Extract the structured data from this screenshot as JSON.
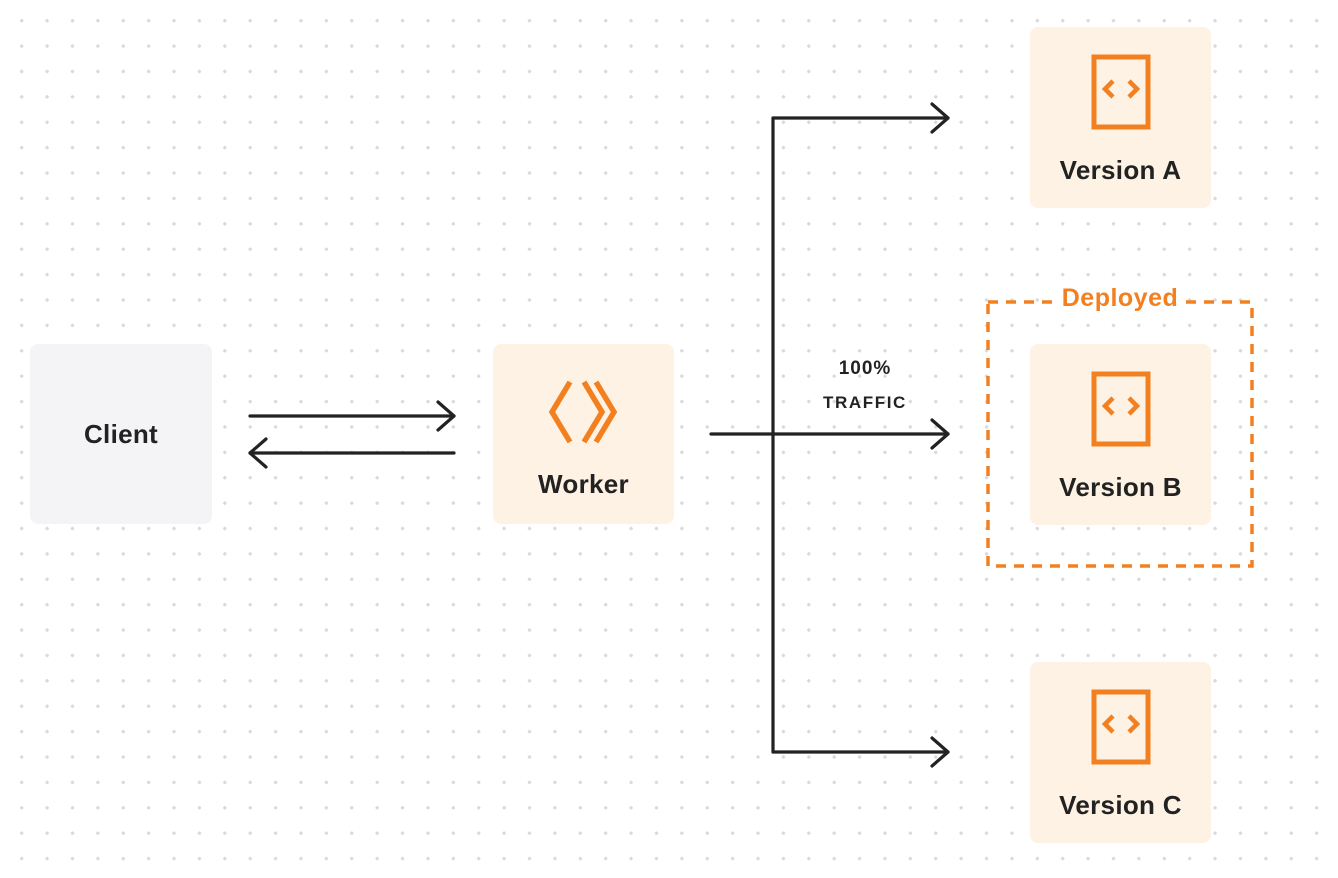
{
  "nodes": {
    "client": {
      "label": "Client"
    },
    "worker": {
      "label": "Worker",
      "icon": "cloudflare-workers-icon"
    },
    "versions": [
      {
        "label": "Version A",
        "icon": "code-file-icon"
      },
      {
        "label": "Version B",
        "icon": "code-file-icon"
      },
      {
        "label": "Version C",
        "icon": "code-file-icon"
      }
    ]
  },
  "deployed": {
    "label": "Deployed"
  },
  "traffic": {
    "percent": "100%",
    "label": "TRAFFIC"
  },
  "colors": {
    "accent": "#f38020",
    "node_bg": "#fef2e4",
    "client_bg": "#f4f4f6",
    "text": "#222222",
    "arrow": "#222222"
  }
}
